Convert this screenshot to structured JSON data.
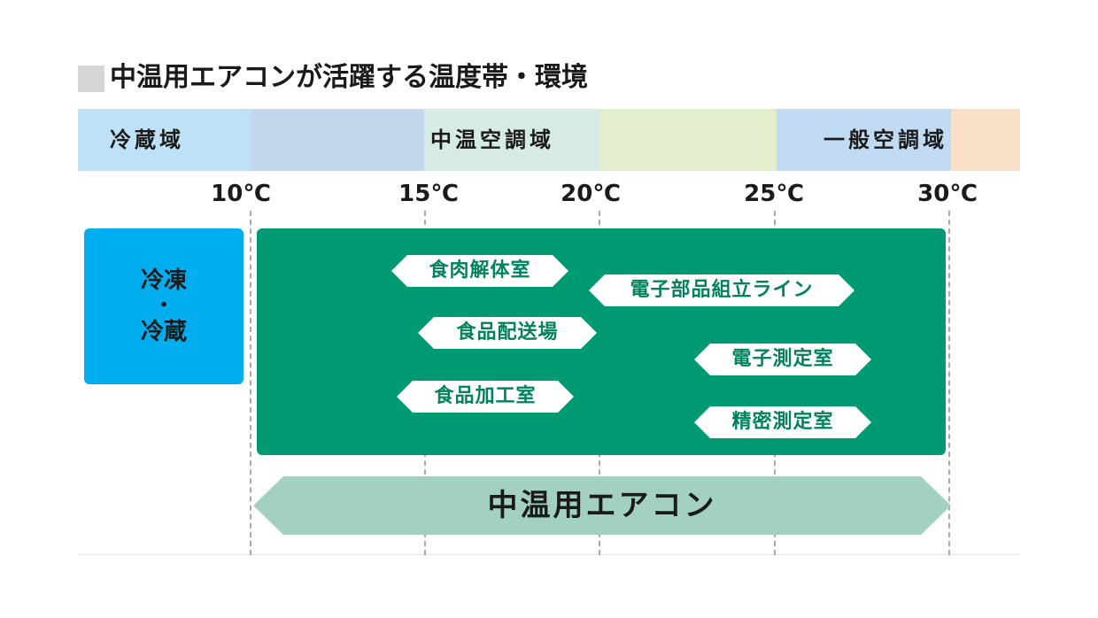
{
  "title": "中温用エアコンが活躍する温度帯・環境",
  "zones": {
    "cold": "冷蔵域",
    "medium": "中温空調域",
    "general": "一般空調域"
  },
  "ticks": [
    "10℃",
    "15℃",
    "20℃",
    "25℃",
    "30℃"
  ],
  "freeze_box": {
    "line1": "冷凍",
    "dot": "・",
    "line2": "冷蔵"
  },
  "environments": [
    "食肉解体室",
    "電子部品組立ライン",
    "食品配送場",
    "電子測定室",
    "食品加工室",
    "精密測定室"
  ],
  "arrow_label": "中温用エアコン",
  "colors": {
    "zone_cold": "#bfe1f6",
    "zone_medium_1": "#c5d7ef",
    "zone_medium_2": "#d7ebe6",
    "zone_medium_3": "#e3efcc",
    "zone_general": "#c1dbf3",
    "zone_hot": "#fbe0c9",
    "freeze_box": "#00aeef",
    "green_box": "#009a72",
    "tag_text": "#00825f",
    "arrow": "#a3d1c0"
  }
}
